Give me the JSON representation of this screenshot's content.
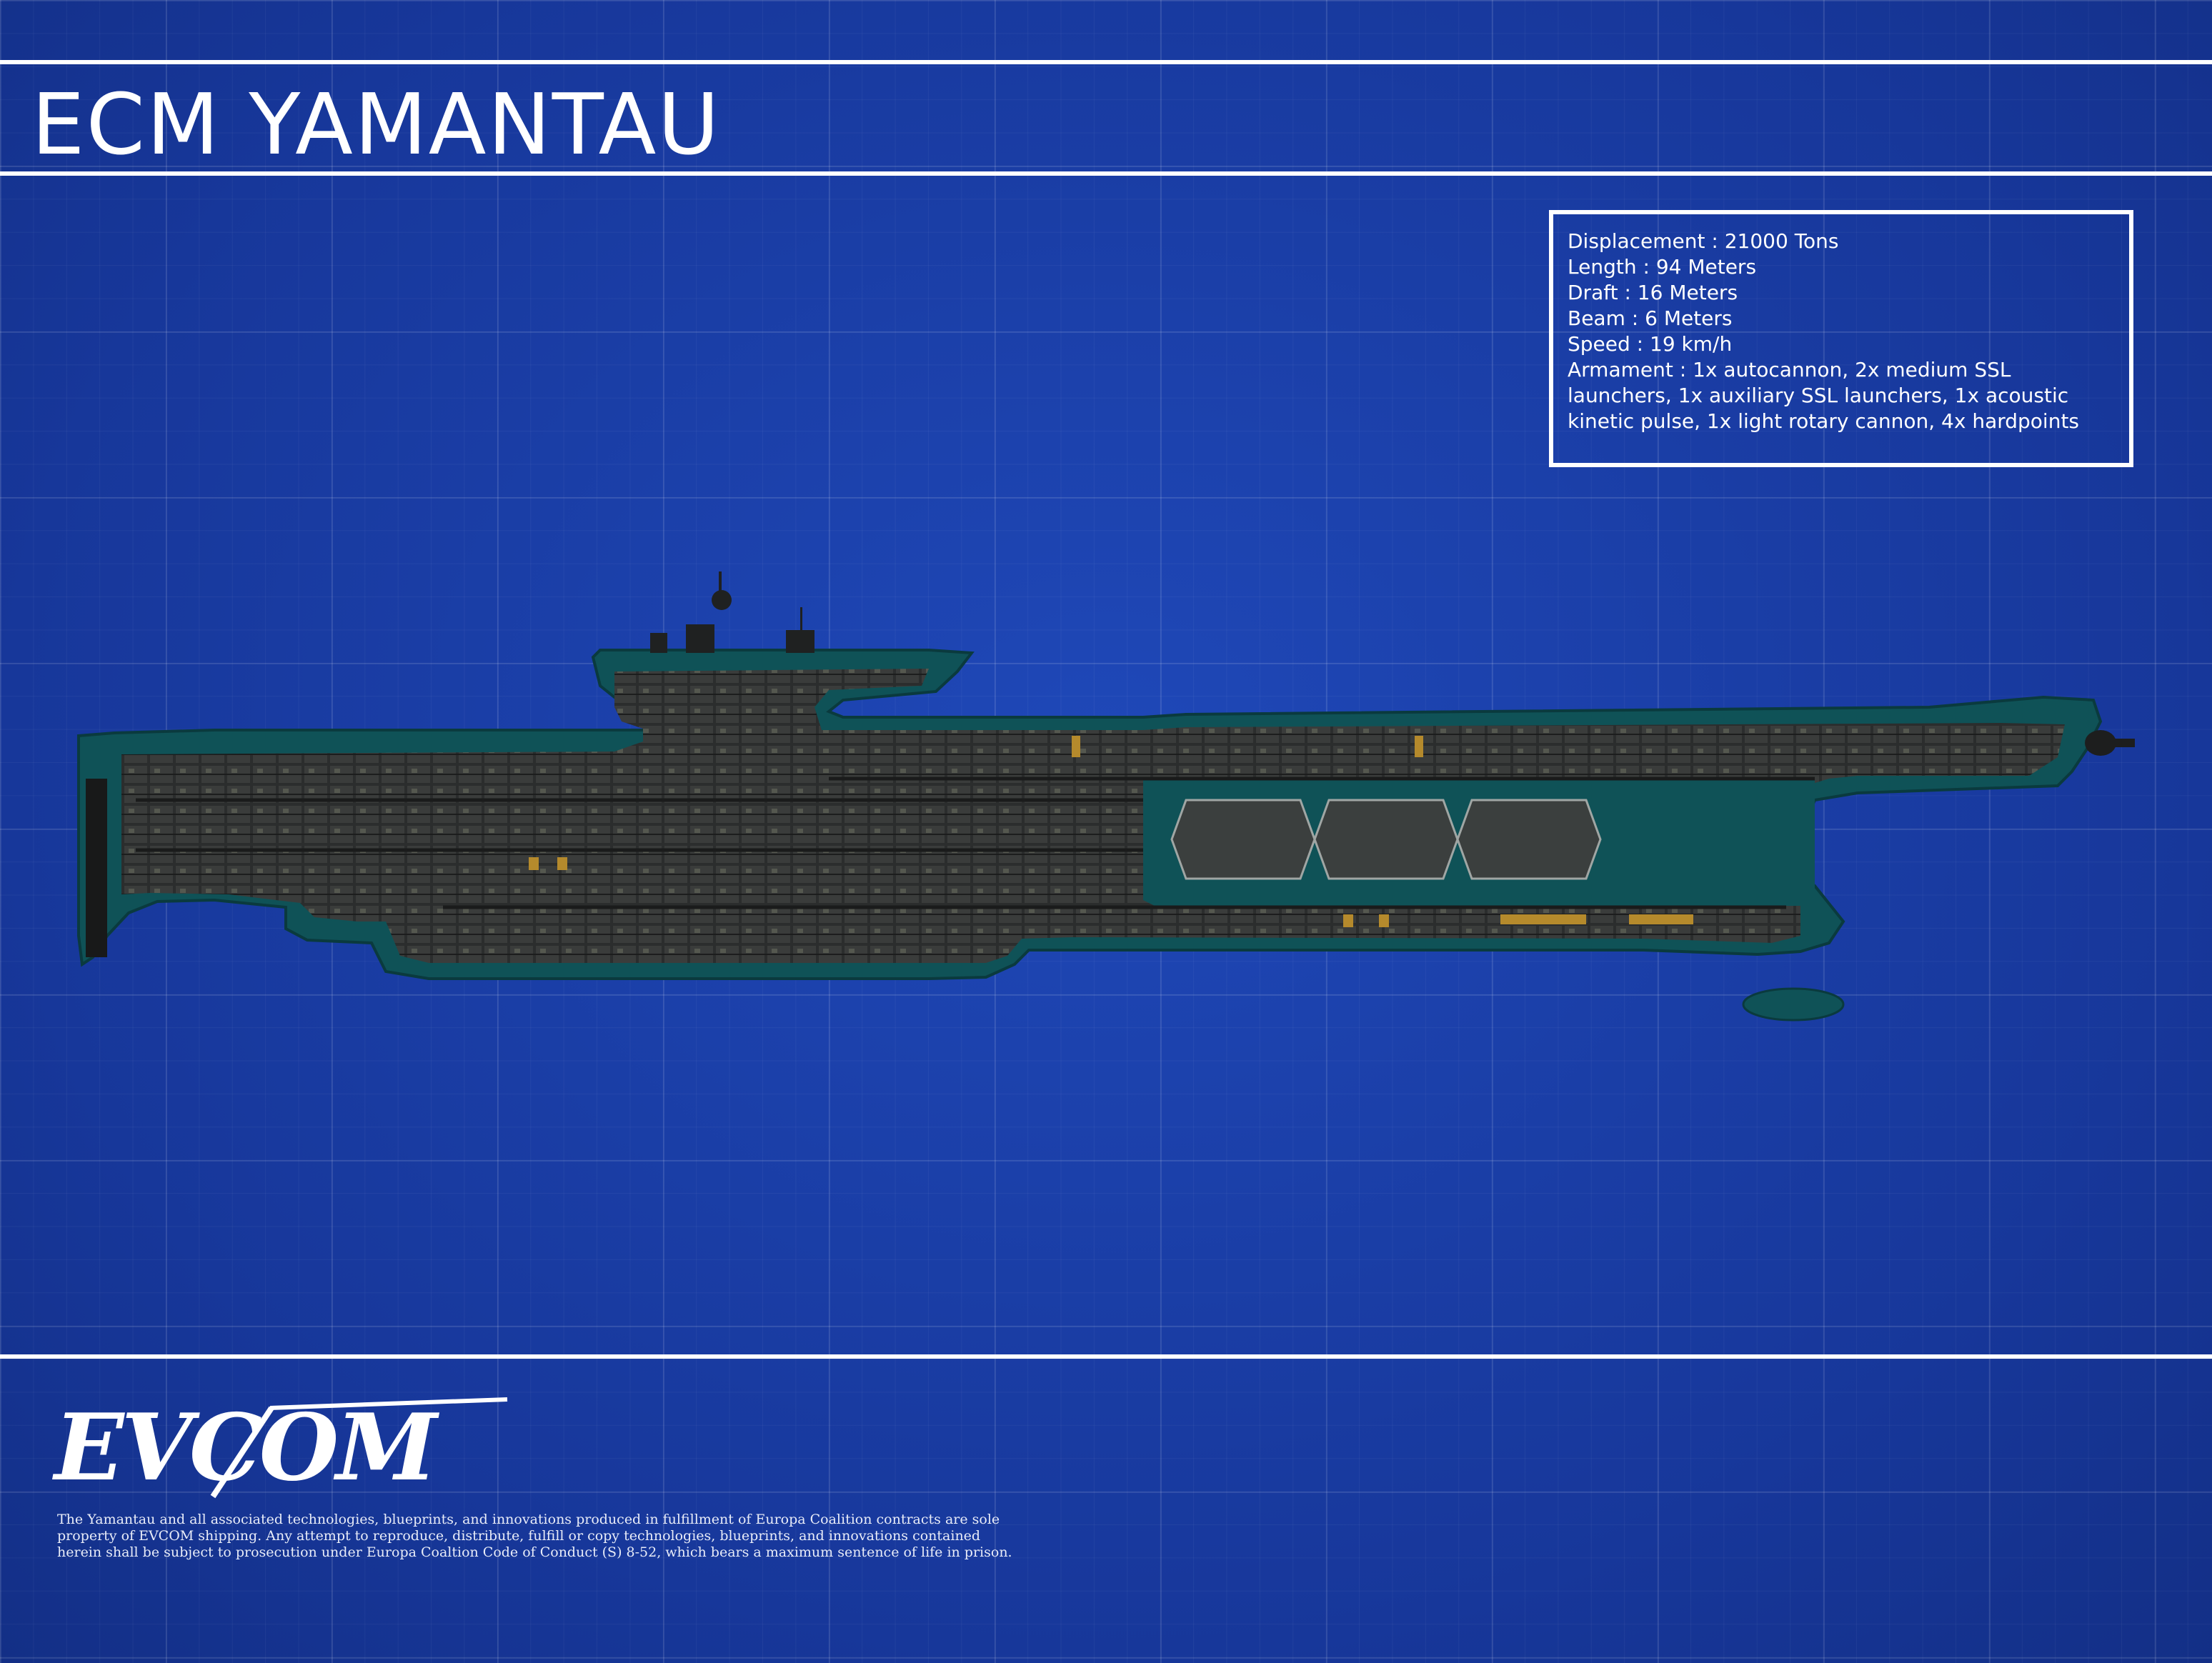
{
  "header": {
    "title": "ECM YAMANTAU"
  },
  "specs": {
    "displacement": "Displacement : 21000 Tons",
    "length": "Length : 94 Meters",
    "draft": "Draft : 16 Meters",
    "beam": "Beam : 6 Meters",
    "speed": "Speed : 19 km/h",
    "armament": "Armament : 1x autocannon, 2x medium SSL launchers, 1x auxiliary SSL launchers, 1x acoustic kinetic pulse, 1x light rotary cannon, 4x hardpoints"
  },
  "footer": {
    "logo": "EVCOM",
    "legal": "The Yamantau and all associated technologies, blueprints, and innovations produced in fulfillment of Europa Coalition contracts are sole property of EVCOM shipping. Any attempt to reproduce, distribute, fulfill or copy technologies, blueprints, and innovations contained herein shall be subject to prosecution under Europa Coaltion Code of Conduct (S) 8-52, which bears a maximum sentence of life in prison."
  },
  "colors": {
    "background": "#1a3fa6",
    "hull_outline": "#0e4f55",
    "hull_interior": "#2a2c2c",
    "text": "#ffffff"
  },
  "icons": {
    "ship": "submarine-cutaway-blueprint",
    "logo": "evcom-wordmark"
  }
}
